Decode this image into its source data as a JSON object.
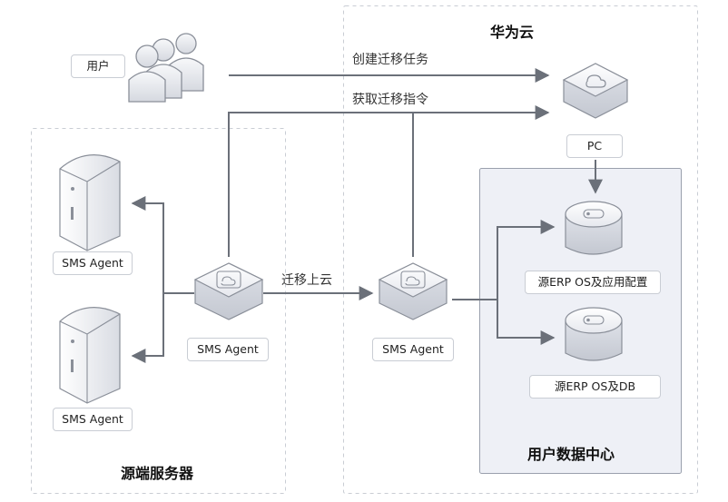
{
  "regions": {
    "huawei_cloud": "华为云",
    "source_servers": "源端服务器",
    "user_datacenter": "用户数据中心"
  },
  "nodes": {
    "user": "用户",
    "pc": "PC",
    "agent_source_top": "SMS Agent",
    "agent_source_bottom": "SMS Agent",
    "agent_source_center": "SMS Agent",
    "agent_cloud": "SMS Agent",
    "erp_os_app": "源ERP OS及应用配置",
    "erp_os_db": "源ERP OS及DB"
  },
  "edges": {
    "create_task": "创建迁移任务",
    "get_instruction": "获取迁移指令",
    "migrate_to_cloud": "迁移上云"
  },
  "colors": {
    "line": "#6b7079",
    "dash": "#c9cdd4",
    "dc_fill": "#eef0f6",
    "dc_border": "#9aa0ad"
  }
}
